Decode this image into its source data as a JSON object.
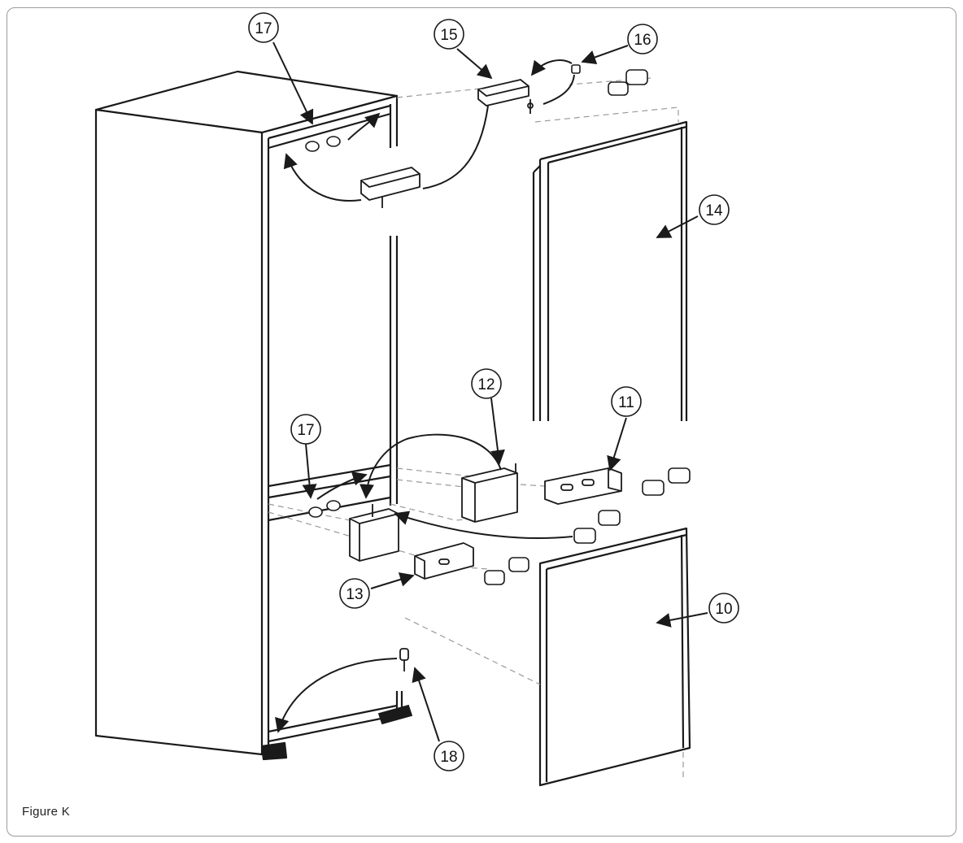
{
  "figure": {
    "caption": "Figure  K",
    "callouts": [
      {
        "id": "c17-top",
        "label": "17"
      },
      {
        "id": "c15",
        "label": "15"
      },
      {
        "id": "c16",
        "label": "16"
      },
      {
        "id": "c14",
        "label": "14"
      },
      {
        "id": "c12",
        "label": "12"
      },
      {
        "id": "c11",
        "label": "11"
      },
      {
        "id": "c17-mid",
        "label": "17"
      },
      {
        "id": "c13",
        "label": "13"
      },
      {
        "id": "c10",
        "label": "10"
      },
      {
        "id": "c18",
        "label": "18"
      }
    ]
  },
  "colors": {
    "line": "#1a1a1a",
    "dash": "#9a9a9a",
    "frame": "#9a9a9a"
  }
}
